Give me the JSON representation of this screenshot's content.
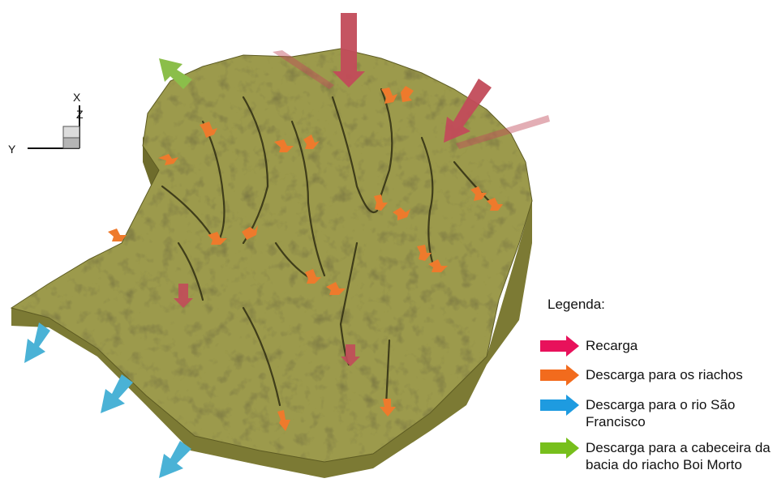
{
  "axes": {
    "x": "X",
    "y": "Y",
    "z": "Z"
  },
  "legend": {
    "title": "Legenda:",
    "items": [
      {
        "label": "Recarga",
        "color": "#e8115b"
      },
      {
        "label": "Descarga para os riachos",
        "color": "#f26b1d"
      },
      {
        "label": "Descarga para o rio São Francisco",
        "color": "#1e9be0"
      },
      {
        "label": "Descarga para a cabeceira da bacia do riacho Boi Morto",
        "color": "#77bf1c"
      }
    ]
  },
  "colors": {
    "terrain_top": "#9c9a4c",
    "terrain_side": "#7c7a34",
    "ridge": "#2f2d12",
    "recharge_arrow": "#c24b5a",
    "stream_arrow": "#ee7a2c",
    "river_arrow": "#4ab2d6",
    "headwater_arrow": "#8bbe4a"
  }
}
